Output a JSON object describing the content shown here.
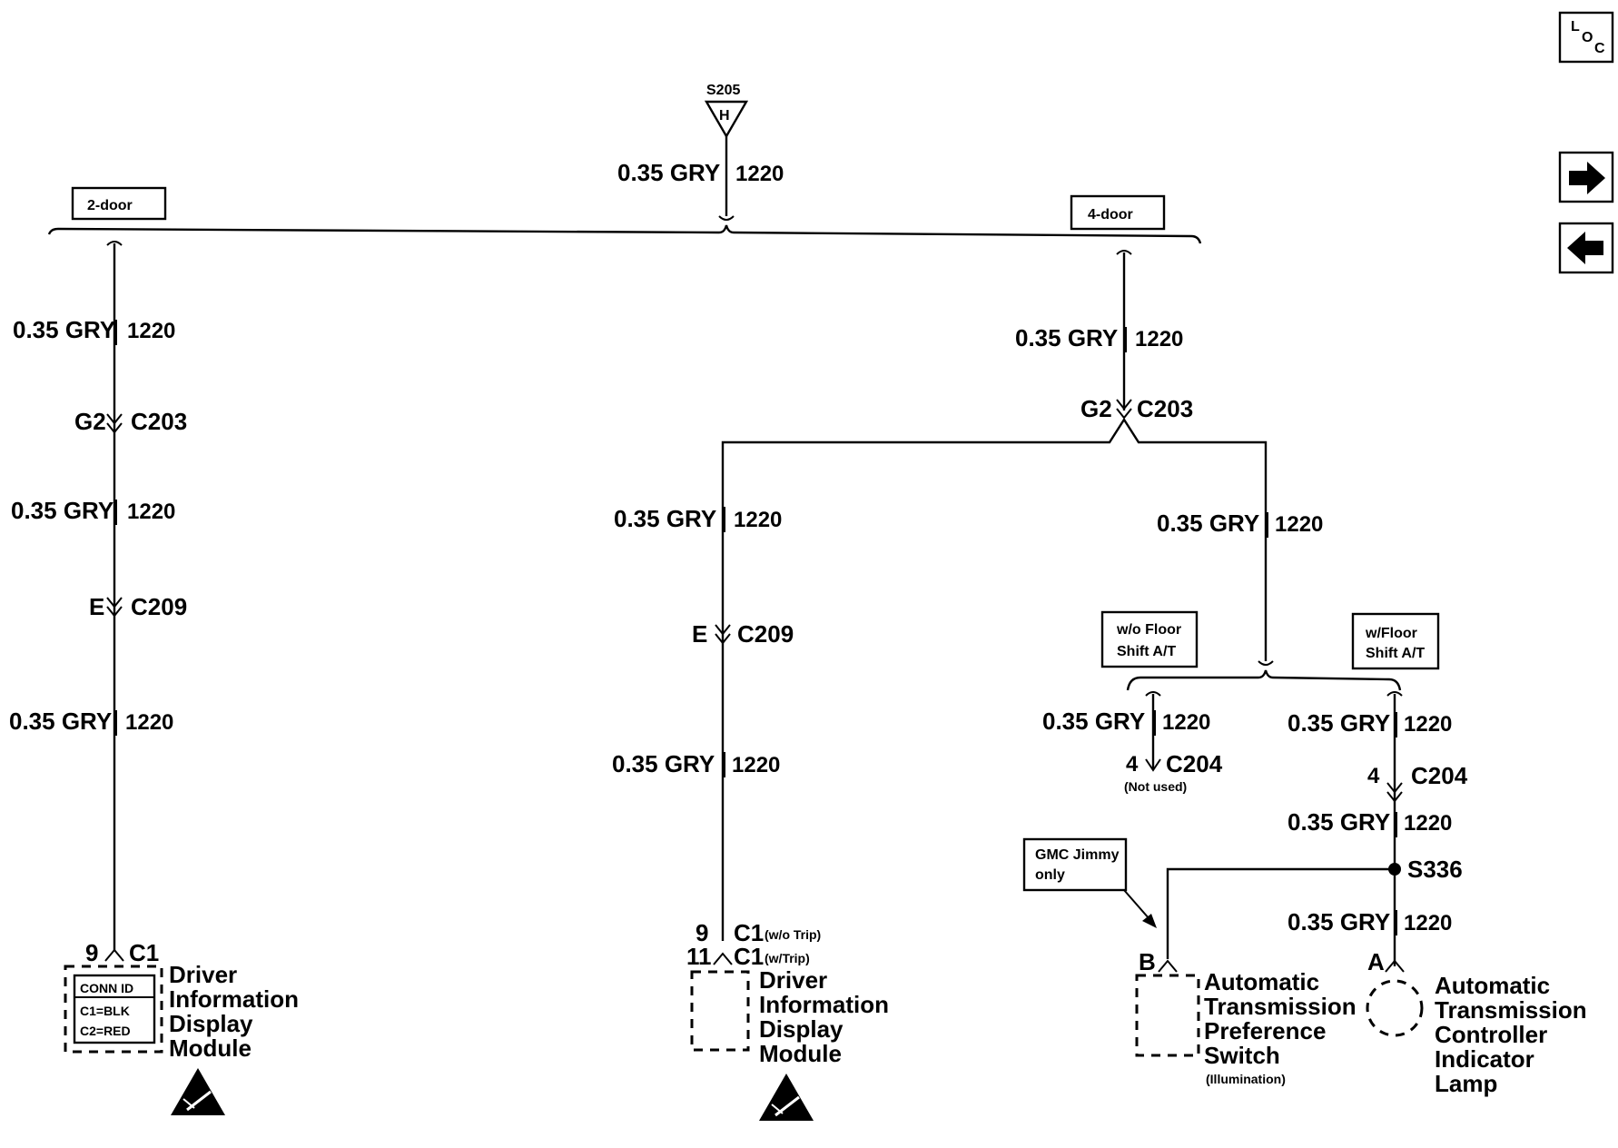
{
  "wire": {
    "size_color": "0.35 GRY",
    "circuit": "1220"
  },
  "splice_top": {
    "id": "S205",
    "letter": "H"
  },
  "option_labels": {
    "two_door": "2-door",
    "four_door": "4-door",
    "wo_floor_l1": "w/o Floor",
    "wo_floor_l2": "Shift A/T",
    "w_floor_l1": "w/Floor",
    "w_floor_l2": "Shift A/T",
    "gmc_l1": "GMC Jimmy",
    "gmc_l2": "only"
  },
  "connectors": {
    "g2": "G2",
    "c203": "C203",
    "e": "E",
    "c209": "C209",
    "pin4": "4",
    "c204": "C204",
    "not_used": "(Not used)",
    "pin9": "9",
    "pin11": "11",
    "c1": "C1",
    "wo_trip": "(w/o Trip)",
    "w_trip": "(w/Trip)",
    "pin_b": "B",
    "pin_a": "A"
  },
  "splice_s336": "S336",
  "conn_id": {
    "title": "CONN ID",
    "c1": "C1=BLK",
    "c2": "C2=RED"
  },
  "components": {
    "dic_l1": "Driver",
    "dic_l2": "Information",
    "dic_l3": "Display",
    "dic_l4": "Module",
    "atps_l1": "Automatic",
    "atps_l2": "Transmission",
    "atps_l3": "Preference",
    "atps_l4": "Switch",
    "atps_sub": "(Illumination)",
    "atci_l1": "Automatic",
    "atci_l2": "Transmission",
    "atci_l3": "Controller",
    "atci_l4": "Indicator",
    "atci_l5": "Lamp"
  },
  "nav": {
    "loc_l": "L",
    "loc_o": "O",
    "loc_c": "C",
    "next_icon": "arrow-right-icon",
    "prev_icon": "arrow-left-icon"
  }
}
